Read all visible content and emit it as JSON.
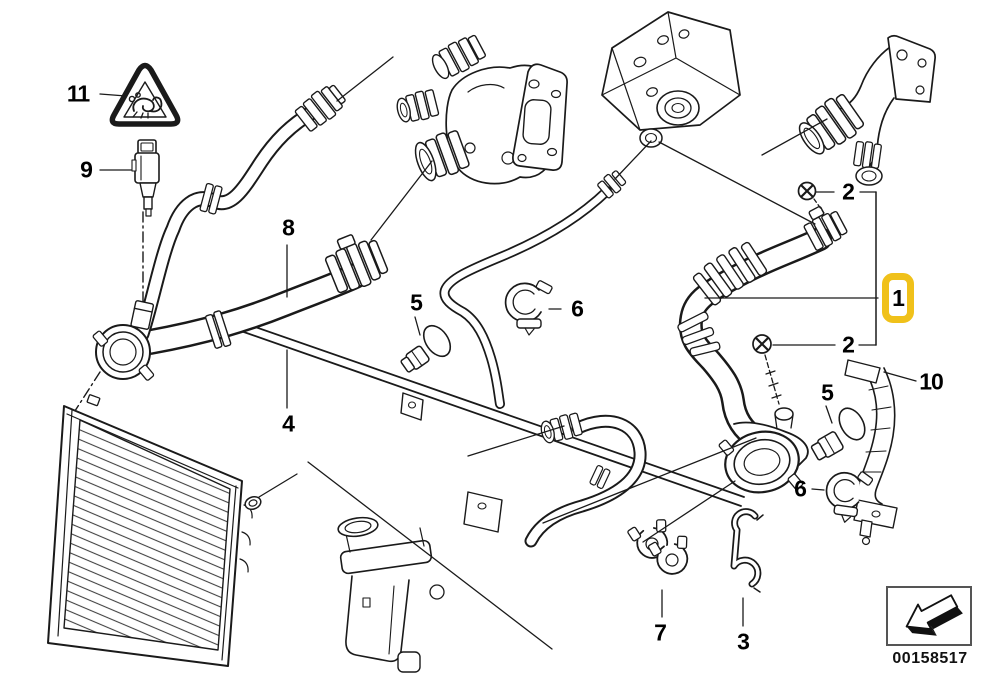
{
  "diagram": {
    "background_color": "#ffffff",
    "line_color": "#1a1a1a",
    "highlight_color": "#F0C11A",
    "part_number": "00158517",
    "callouts": {
      "c1": {
        "label": "1",
        "highlighted": true
      },
      "c2_top": {
        "label": "2"
      },
      "c2_bottom": {
        "label": "2"
      },
      "c3": {
        "label": "3"
      },
      "c4": {
        "label": "4"
      },
      "c5_left": {
        "label": "5"
      },
      "c5_right": {
        "label": "5"
      },
      "c6_center": {
        "label": "6"
      },
      "c6_right": {
        "label": "6"
      },
      "c7": {
        "label": "7"
      },
      "c8": {
        "label": "8"
      },
      "c9": {
        "label": "9"
      },
      "c10": {
        "label": "10"
      },
      "c11": {
        "label": "11"
      }
    }
  }
}
